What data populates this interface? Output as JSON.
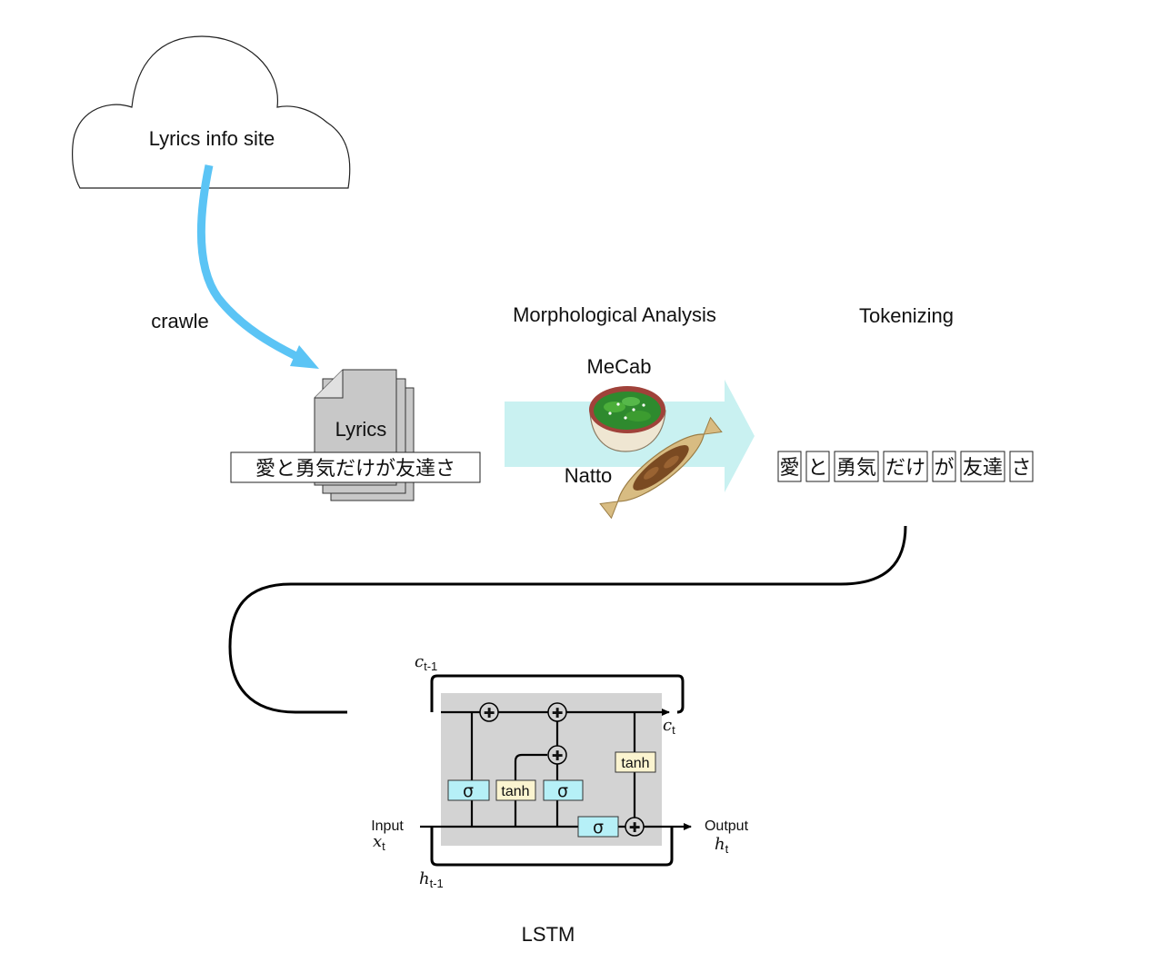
{
  "cloud": {
    "label": "Lyrics info site"
  },
  "crawl": {
    "label": "crawle"
  },
  "lyrics": {
    "doc_label": "Lyrics",
    "text": "愛と勇気だけが友達さ"
  },
  "morph": {
    "title": "Morphological Analysis",
    "tool": "MeCab",
    "food": "Natto"
  },
  "tokenizing": {
    "title": "Tokenizing",
    "tokens": [
      "愛",
      "と",
      "勇気",
      "だけ",
      "が",
      "友達",
      "さ"
    ]
  },
  "lstm": {
    "title": "LSTM",
    "c_prev": {
      "var": "c",
      "sub": "t-1"
    },
    "c_next": {
      "var": "c",
      "sub": "t"
    },
    "h_prev": {
      "var": "h",
      "sub": "t-1"
    },
    "h_next": {
      "var": "h",
      "sub": "t"
    },
    "x_in": {
      "var": "x",
      "sub": "t"
    },
    "input_label": "Input",
    "output_label": "Output",
    "sigma": "σ",
    "tanh": "tanh",
    "plus": "✚"
  },
  "colors": {
    "crawl_arrow": "#5bc4f5",
    "flow_arrow": "#c9f1f1",
    "gate_sigma": "#b6f0f7",
    "gate_tanh": "#fbf4d0",
    "cell_bg": "#d3d3d3",
    "doc_fill": "#c8c8c8"
  }
}
